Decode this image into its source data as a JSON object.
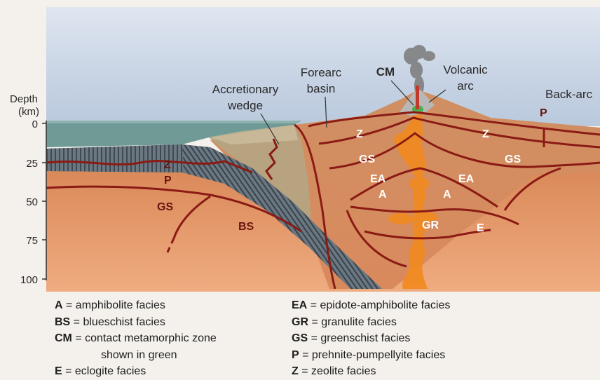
{
  "axis": {
    "title_line1": "Depth",
    "title_line2": "(km)",
    "ticks": [
      "0",
      "25",
      "50",
      "75",
      "100"
    ]
  },
  "callouts": {
    "accretionary_line1": "Accretionary",
    "accretionary_line2": "wedge",
    "forearc_line1": "Forearc",
    "forearc_line2": "basin",
    "cm": "CM",
    "volcanic_line1": "Volcanic",
    "volcanic_line2": "arc",
    "backarc": "Back-arc"
  },
  "zones": {
    "z_left": "Z",
    "p_left": "P",
    "gs_left": "GS",
    "bs": "BS",
    "z_arc": "Z",
    "gs_arc": "GS",
    "ea_arc": "EA",
    "a_left": "A",
    "gr": "GR",
    "z_right": "Z",
    "p_right": "P",
    "gs_right": "GS",
    "ea_right": "EA",
    "a_right": "A",
    "e": "E"
  },
  "legend": {
    "left": [
      {
        "abbr": "A",
        "text": " = amphibolite facies"
      },
      {
        "abbr": "BS",
        "text": " = blueschist facies"
      },
      {
        "abbr": "CM",
        "text": " = contact metamorphic zone"
      },
      {
        "abbr": "",
        "text": "shown in green"
      },
      {
        "abbr": "E",
        "text": " = eclogite facies"
      }
    ],
    "right": [
      {
        "abbr": "EA",
        "text": " = epidote-amphibolite facies"
      },
      {
        "abbr": "GR",
        "text": " = granulite facies"
      },
      {
        "abbr": "GS",
        "text": " = greenschist facies"
      },
      {
        "abbr": "P",
        "text": " = prehnite-pumpellyite facies"
      },
      {
        "abbr": "Z",
        "text": " = zeolite facies"
      }
    ]
  },
  "colors": {
    "sky": "#cdd8e6",
    "ocean": "#6f9a96",
    "crust": "#d9875c",
    "mantle": "#e59a6c",
    "slab": "#5c6670",
    "facies_line": "#8a1a14",
    "magma": "#f08a22"
  }
}
